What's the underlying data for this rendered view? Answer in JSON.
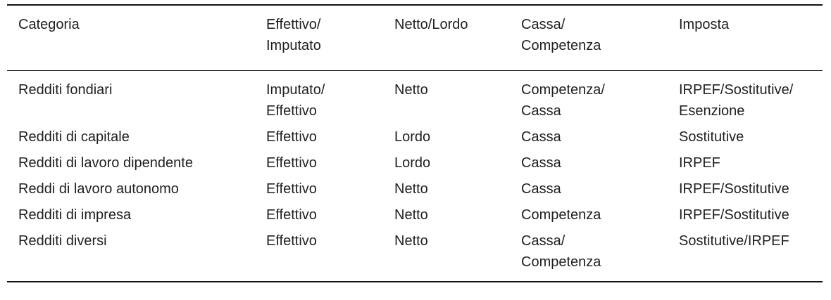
{
  "table": {
    "headers": [
      "Categoria",
      "Effettivo/\nImputato",
      "Netto/Lordo",
      "Cassa/\nCompetenza",
      "Imposta"
    ],
    "rows": [
      [
        "Redditi fondiari",
        "Imputato/\nEffettivo",
        "Netto",
        "Competenza/\nCassa",
        "IRPEF/Sostitutive/\nEsenzione"
      ],
      [
        "Redditi di capitale",
        "Effettivo",
        "Lordo",
        "Cassa",
        "Sostitutive"
      ],
      [
        "Redditi di lavoro dipendente",
        "Effettivo",
        "Lordo",
        "Cassa",
        "IRPEF"
      ],
      [
        "Reddi di lavoro autonomo",
        "Effettivo",
        "Netto",
        "Cassa",
        "IRPEF/Sostitutive"
      ],
      [
        "Redditi di impresa",
        "Effettivo",
        "Netto",
        "Competenza",
        "IRPEF/Sostitutive"
      ],
      [
        "Redditi diversi",
        "Effettivo",
        "Netto",
        "Cassa/\nCompetenza",
        "Sostitutive/IRPEF"
      ]
    ]
  }
}
